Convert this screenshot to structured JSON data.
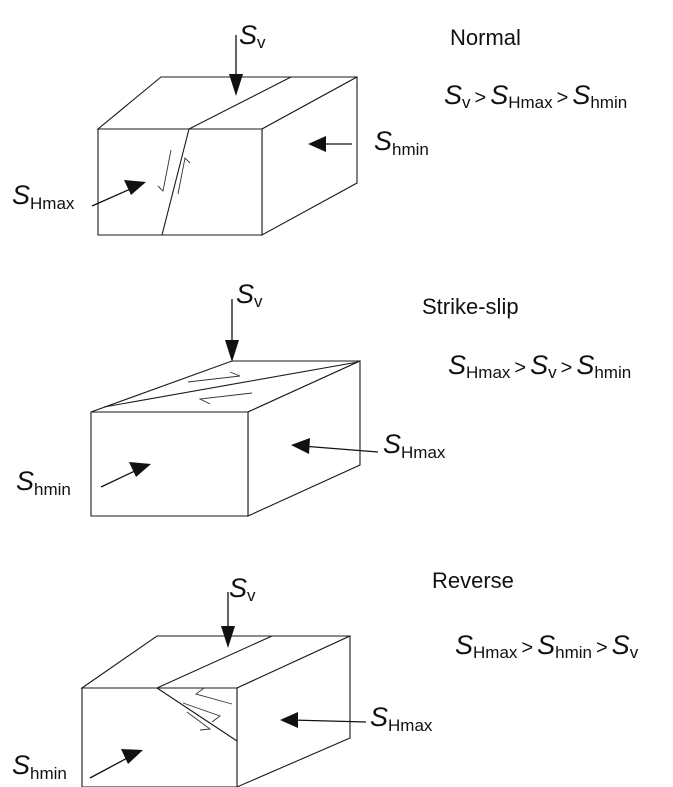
{
  "symbols": {
    "stress": "S",
    "v": "v",
    "Hmax": "Hmax",
    "hmin": "hmin"
  },
  "regimes": [
    {
      "name": "Normal",
      "relation": [
        "v",
        "Hmax",
        "hmin"
      ],
      "relation_op": ">",
      "labels": {
        "top": "v",
        "front": "Hmax",
        "side": "hmin"
      }
    },
    {
      "name": "Strike-slip",
      "relation": [
        "Hmax",
        "v",
        "hmin"
      ],
      "relation_op": ">",
      "labels": {
        "top": "v",
        "front": "hmin",
        "side": "Hmax"
      }
    },
    {
      "name": "Reverse",
      "relation": [
        "Hmax",
        "hmin",
        "v"
      ],
      "relation_op": ">",
      "labels": {
        "top": "v",
        "front": "hmin",
        "side": "Hmax"
      }
    }
  ]
}
